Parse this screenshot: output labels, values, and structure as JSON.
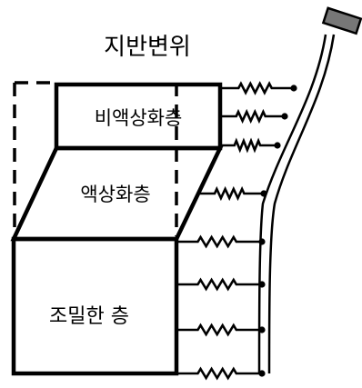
{
  "diagram": {
    "title": "지반변위",
    "layers": [
      {
        "id": "non-liquefied",
        "label": "비액상화층"
      },
      {
        "id": "liquefied",
        "label": "액상화층"
      },
      {
        "id": "dense",
        "label": "조밀한 층"
      }
    ],
    "springs_count": 8,
    "colors": {
      "line": "#000000",
      "pile_cap": "#777777",
      "background": "#ffffff"
    }
  }
}
